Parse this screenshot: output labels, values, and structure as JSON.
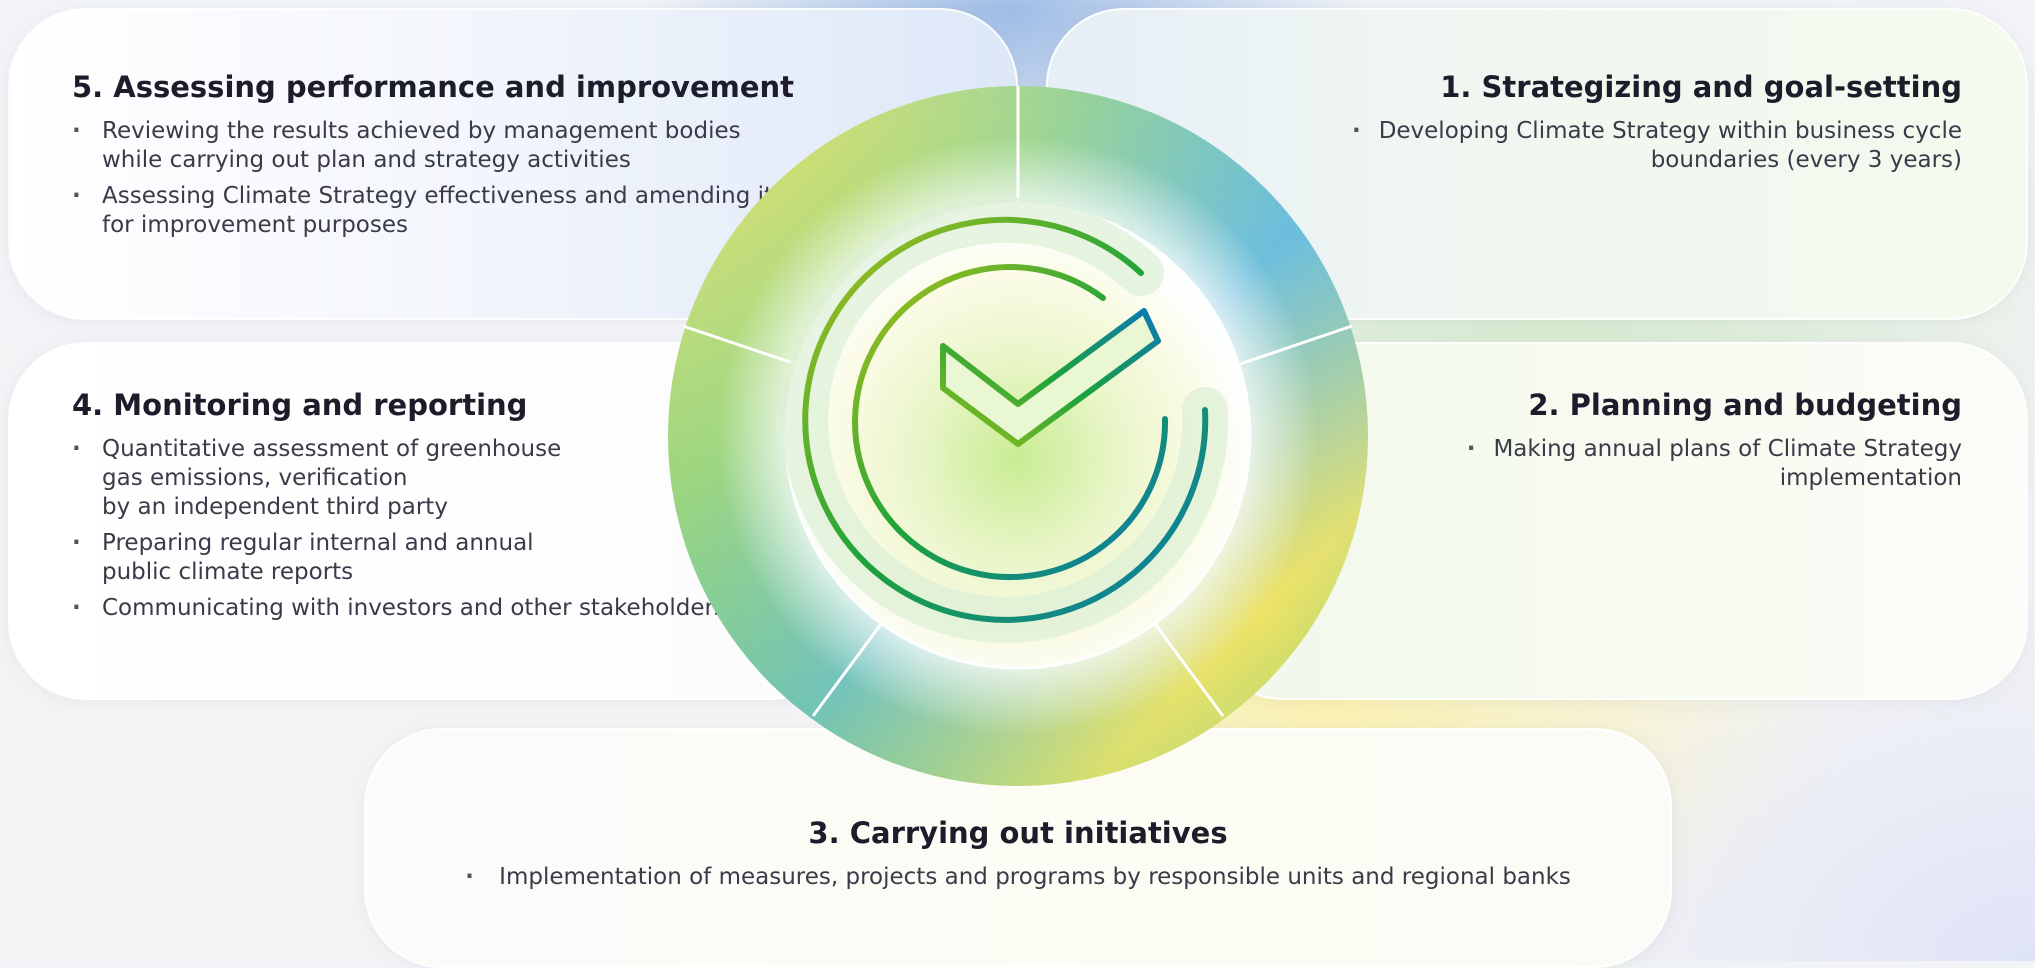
{
  "stages": [
    {
      "id": "5",
      "title": "5. Assessing performance and improvement",
      "items": [
        "Reviewing the results achieved by management bodies\nwhile carrying out plan and strategy activities",
        "Assessing Climate Strategy effectiveness and amending it\nfor improvement purposes"
      ]
    },
    {
      "id": "1",
      "title": "1. Strategizing and goal-setting",
      "items": [
        "Developing Climate Strategy within business cycle\nboundaries (every 3 years)"
      ]
    },
    {
      "id": "4",
      "title": "4. Monitoring and reporting",
      "items": [
        "Quantitative assessment of greenhouse\ngas emissions, verification\nby an independent third party",
        "Preparing regular internal and annual\npublic climate reports",
        "Communicating with investors and other stakeholders"
      ]
    },
    {
      "id": "2",
      "title": "2. Planning and budgeting",
      "items": [
        "Making annual plans of Climate Strategy\nimplementation"
      ]
    },
    {
      "id": "3",
      "title": "3. Carrying out initiatives",
      "items": [
        "Implementation of measures, projects and programs by responsible units and regional banks"
      ]
    }
  ],
  "bullet": "·",
  "center_icon": "checkmark-logo-icon",
  "colors": {
    "ring_blue": "#5db8e6",
    "ring_green": "#7ccb6c",
    "ring_yellow": "#f2e25a",
    "check_green": "#1da33a",
    "check_blue": "#0a78b5",
    "text_dark": "#1c1c2a"
  }
}
